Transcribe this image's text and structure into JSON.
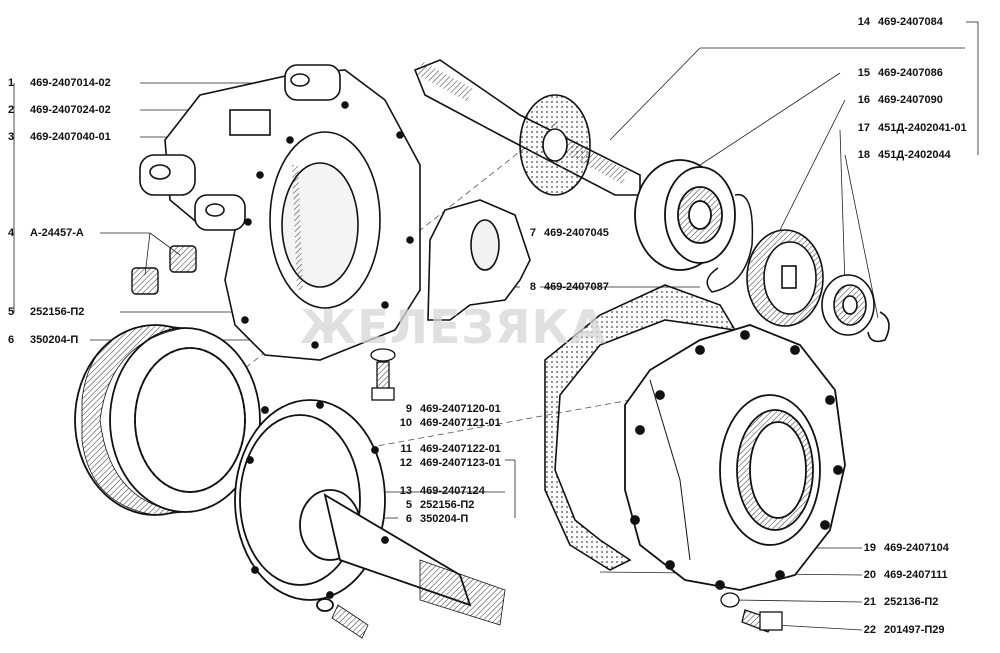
{
  "diagram": {
    "watermark": "ЖЕЛЕЗЯКА",
    "callouts": [
      {
        "n": "1",
        "code": "469-2407014-02"
      },
      {
        "n": "2",
        "code": "469-2407024-02"
      },
      {
        "n": "3",
        "code": "469-2407040-01"
      },
      {
        "n": "4",
        "code": "А-24457-А"
      },
      {
        "n": "5",
        "code": "252156-П2"
      },
      {
        "n": "6",
        "code": "350204-П"
      },
      {
        "n": "7",
        "code": "469-2407045"
      },
      {
        "n": "8",
        "code": "469-2407087"
      },
      {
        "n": "9",
        "code": "469-2407120-01"
      },
      {
        "n": "10",
        "code": "469-2407121-01"
      },
      {
        "n": "11",
        "code": "469-2407122-01"
      },
      {
        "n": "12",
        "code": "469-2407123-01"
      },
      {
        "n": "13",
        "code": "469-2407124"
      },
      {
        "n": "5",
        "code": "252156-П2"
      },
      {
        "n": "6",
        "code": "350204-П"
      },
      {
        "n": "14",
        "code": "469-2407084"
      },
      {
        "n": "15",
        "code": "469-2407086"
      },
      {
        "n": "16",
        "code": "469-2407090"
      },
      {
        "n": "17",
        "code": "451Д-2402041-01"
      },
      {
        "n": "18",
        "code": "451Д-2402044"
      },
      {
        "n": "19",
        "code": "469-2407104"
      },
      {
        "n": "20",
        "code": "469-2407111"
      },
      {
        "n": "21",
        "code": "252136-П2"
      },
      {
        "n": "22",
        "code": "201497-П29"
      }
    ]
  }
}
